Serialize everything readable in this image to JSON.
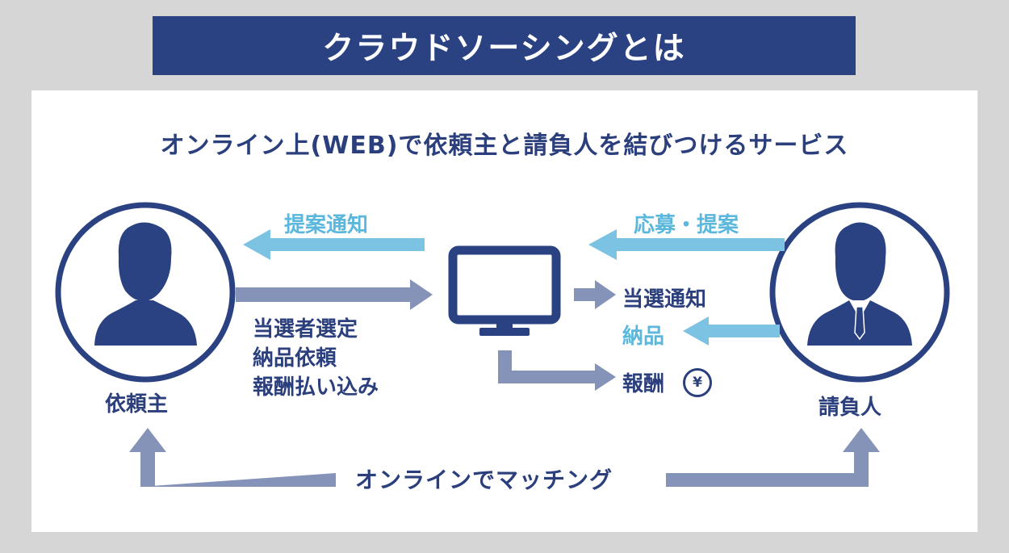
{
  "title": "クラウドソーシングとは",
  "subtitle": "オンライン上(WEB)で依頼主と請負人を結びつけるサービス",
  "client": {
    "label": "依頼主"
  },
  "contractor": {
    "label": "請負人"
  },
  "platform": {
    "icon": "computer-monitor-icon"
  },
  "flows": {
    "proposal_notice": "提案通知",
    "application_proposal": "応募・提案",
    "client_actions": [
      "当選者選定",
      "納品依頼",
      "報酬払い込み"
    ],
    "win_notice": "当選通知",
    "delivery": "納品",
    "reward": "報酬",
    "yen_symbol": "¥"
  },
  "matching": "オンラインでマッチング",
  "colors": {
    "navy": "#2b4282",
    "arrow_gray_blue": "#8693b8",
    "arrow_light_blue": "#7cc3e3",
    "light_text": "#5bb7dc",
    "background": "#d6d6d6"
  }
}
